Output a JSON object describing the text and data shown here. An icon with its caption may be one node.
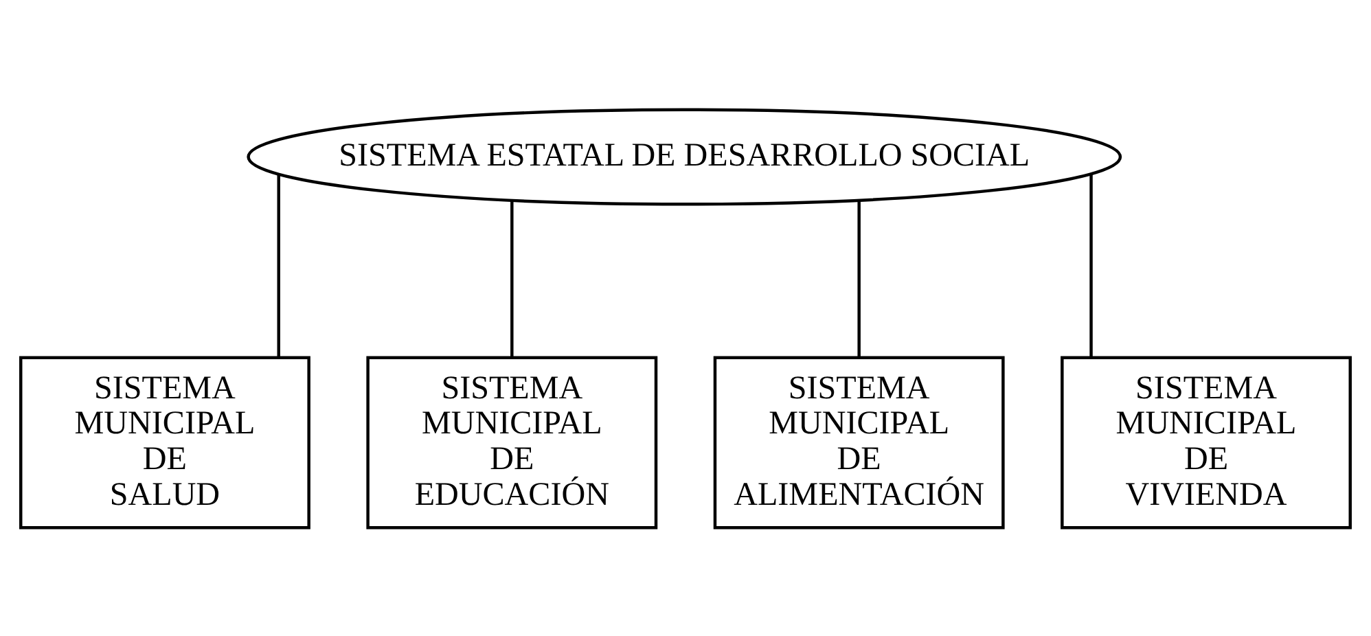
{
  "diagram": {
    "nodes": [
      {
        "text": [
          "SISTEMA ESTATAL DE DESARROLLO SOCIAL"
        ]
      },
      {
        "text": [
          "SISTEMA MUNICIPAL DE SALUD"
        ]
      },
      {
        "text": [
          "SISTEMA MUNICIPAL DE EDUCACIÓN"
        ]
      },
      {
        "text": [
          "SISTEMA MUNICIPAL DE ALIMENTACIÓN"
        ]
      },
      {
        "text": [
          "SISTEMA MUNICIPAL DE VIVIENDA"
        ]
      }
    ],
    "edges": [
      {
        "from": 0,
        "to": 1,
        "arrow": "none"
      },
      {
        "from": 0,
        "to": 2,
        "arrow": "none"
      },
      {
        "from": 0,
        "to": 3,
        "arrow": "none"
      },
      {
        "from": 0,
        "to": 4,
        "arrow": "none"
      }
    ]
  }
}
